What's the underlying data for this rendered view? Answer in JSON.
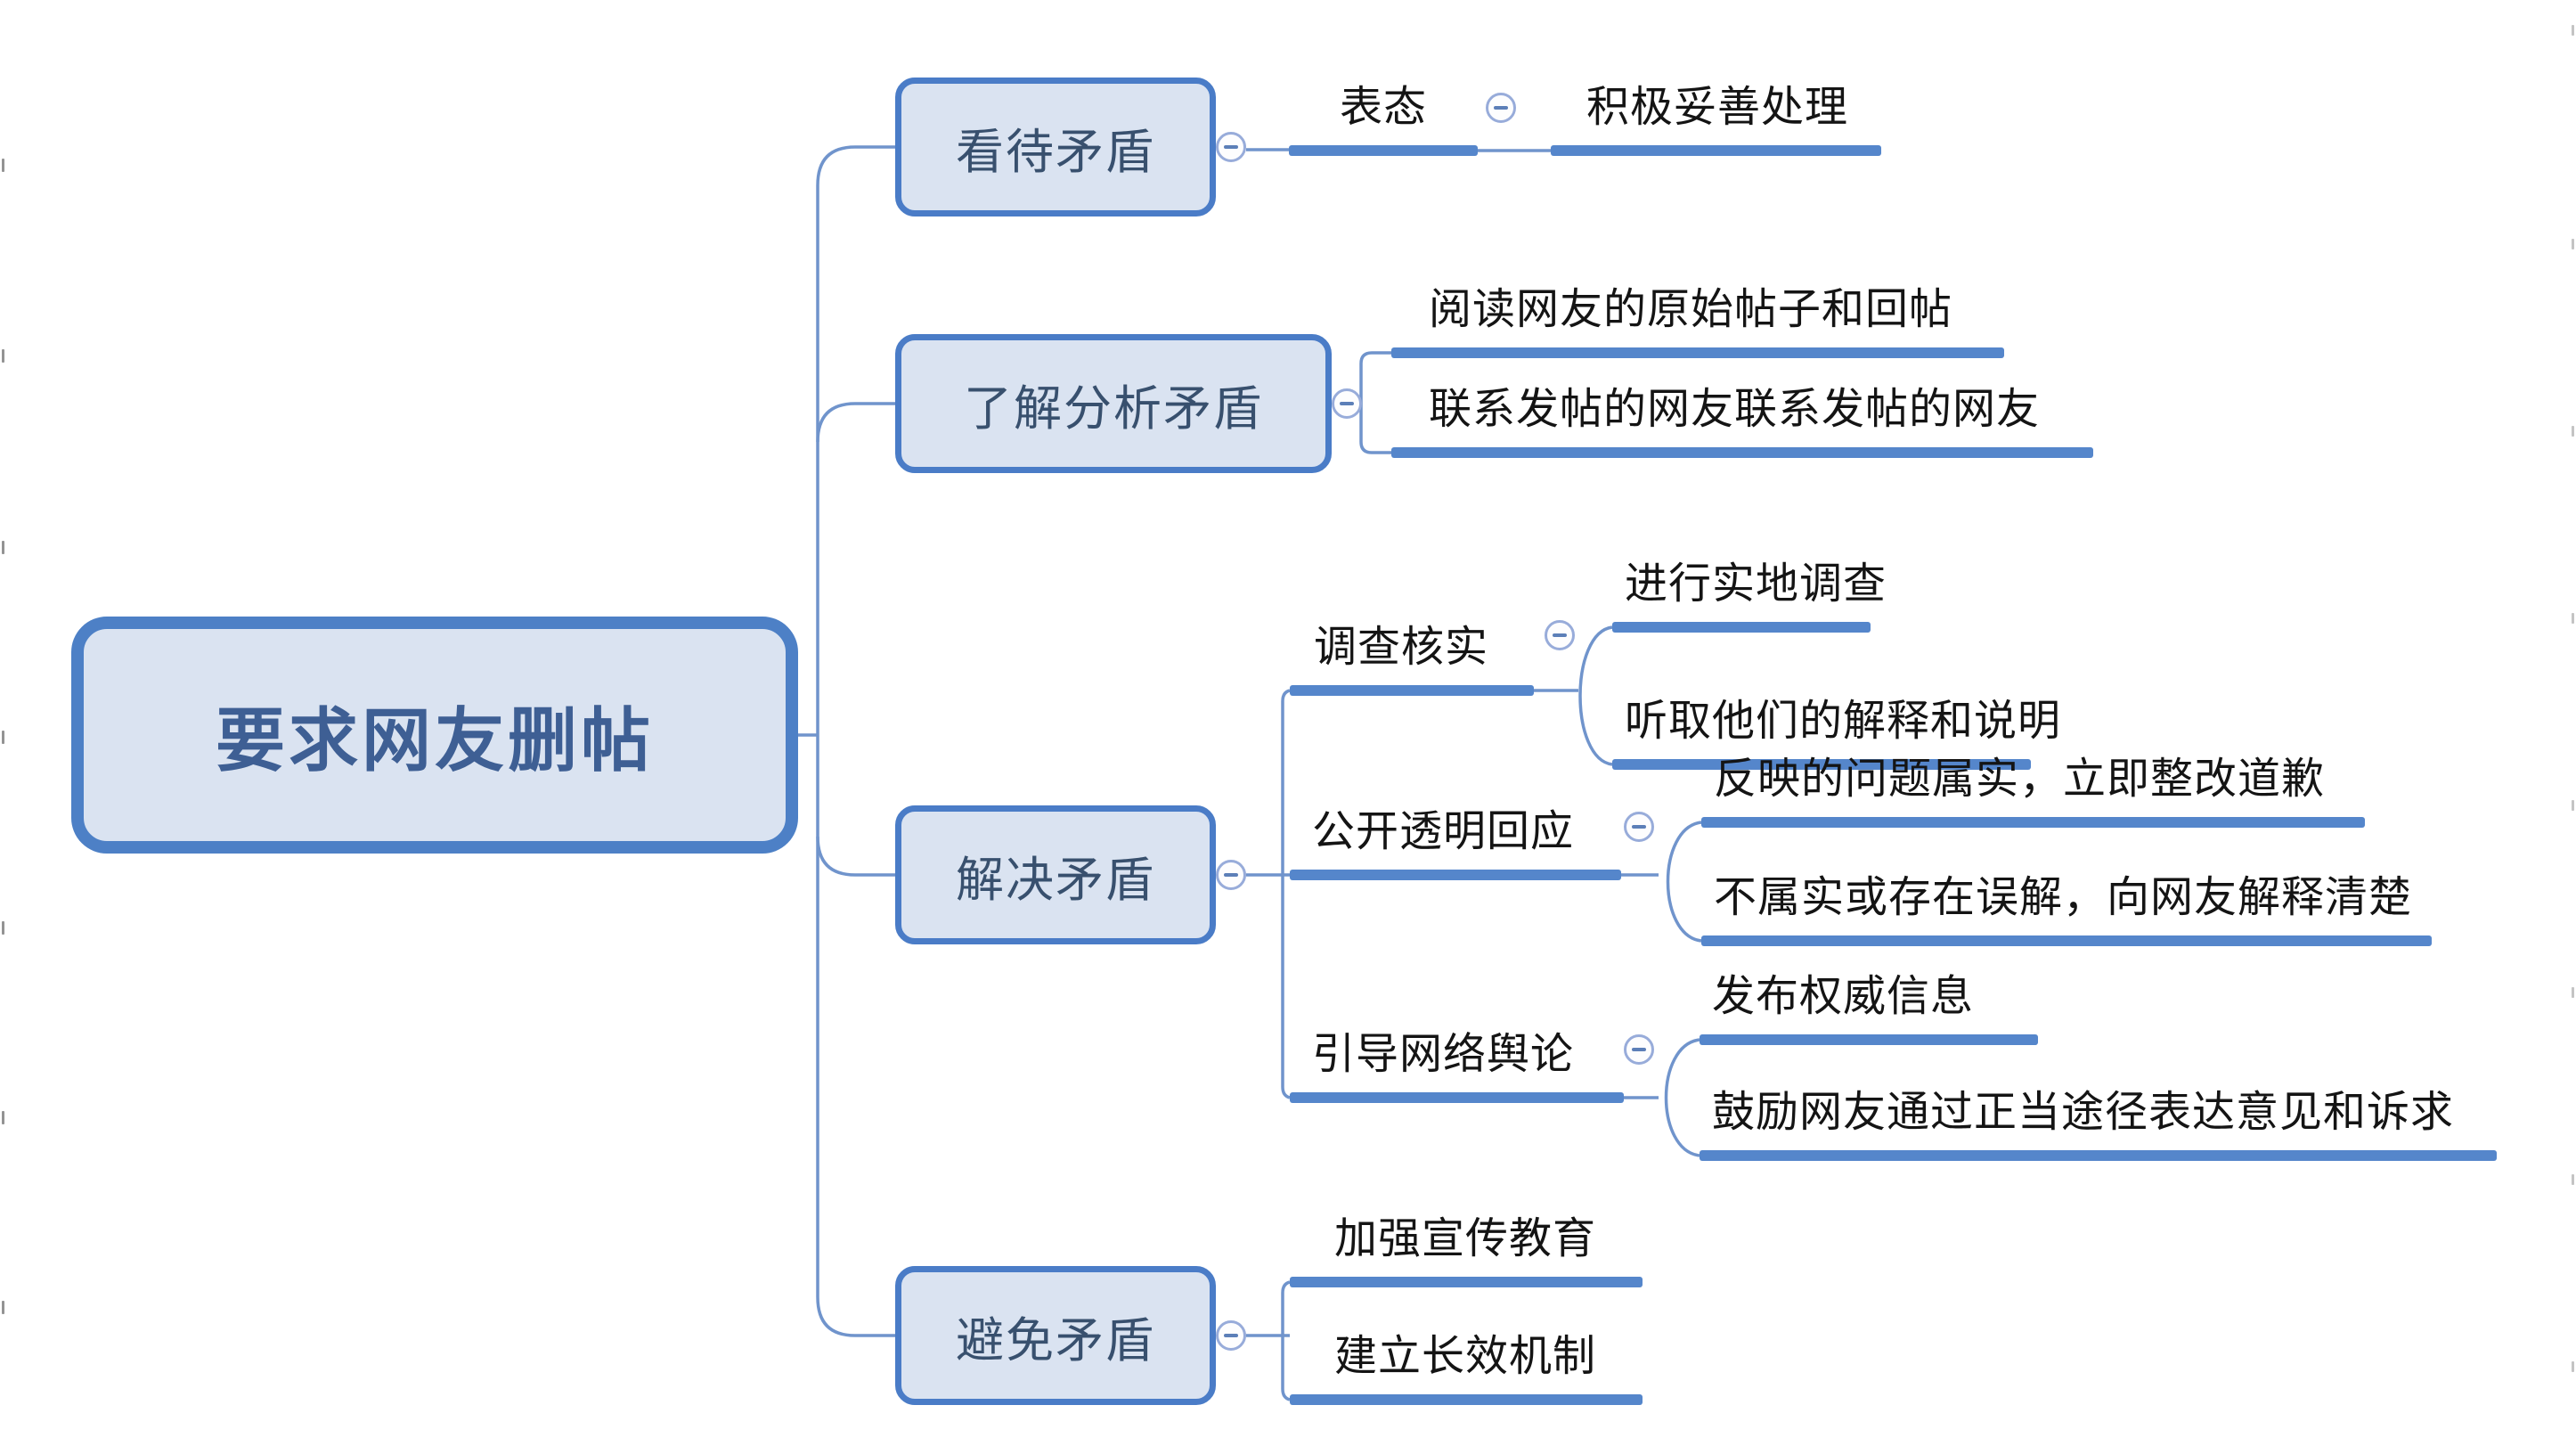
{
  "root": {
    "label": "要求网友删帖"
  },
  "branches": [
    {
      "label": "看待矛盾",
      "children": [
        {
          "label": "表态",
          "children": [
            {
              "label": "积极妥善处理"
            }
          ]
        }
      ]
    },
    {
      "label": "了解分析矛盾",
      "children": [
        {
          "label": "阅读网友的原始帖子和回帖"
        },
        {
          "label": "联系发帖的网友联系发帖的网友"
        }
      ]
    },
    {
      "label": "解决矛盾",
      "children": [
        {
          "label": "调查核实",
          "children": [
            {
              "label": "进行实地调查"
            },
            {
              "label": "听取他们的解释和说明"
            }
          ]
        },
        {
          "label": "公开透明回应",
          "children": [
            {
              "label": "反映的问题属实，立即整改道歉"
            },
            {
              "label": "不属实或存在误解，向网友解释清楚"
            }
          ]
        },
        {
          "label": "引导网络舆论",
          "children": [
            {
              "label": "发布权威信息"
            },
            {
              "label": "鼓励网友通过正当途径表达意见和诉求"
            }
          ]
        }
      ]
    },
    {
      "label": "避免矛盾",
      "children": [
        {
          "label": "加强宣传教育"
        },
        {
          "label": "建立长效机制"
        }
      ]
    }
  ],
  "icons": {
    "collapse": "minus-circle"
  },
  "colors": {
    "node_fill": "#DAE3F1",
    "node_border": "#4A7CC7",
    "branch_bar": "#5586CB",
    "connector_line": "#7094CC",
    "box_text": "#38506E",
    "root_text": "#3E5F94",
    "leaf_text": "#141414",
    "collapse_ring": "#98ACDA",
    "collapse_dash": "#5C7FB8"
  }
}
